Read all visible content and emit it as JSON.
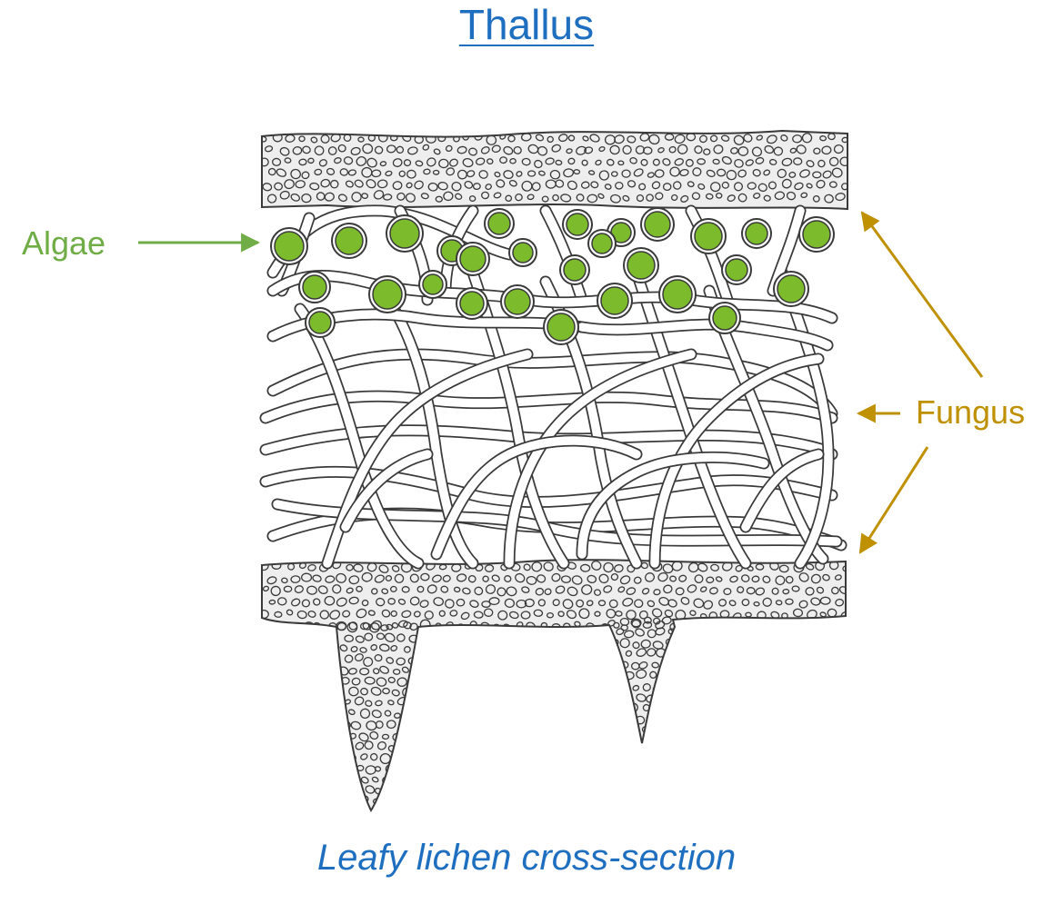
{
  "title": "Thallus",
  "caption": "Leafy lichen cross-section",
  "labels": {
    "algae": "Algae",
    "fungus": "Fungus"
  },
  "colors": {
    "title": "#1f6fc0",
    "algae": "#70ad47",
    "fungus": "#bf9000",
    "cortex_fill": "#eeeeee",
    "outline": "#3a3a3a"
  }
}
